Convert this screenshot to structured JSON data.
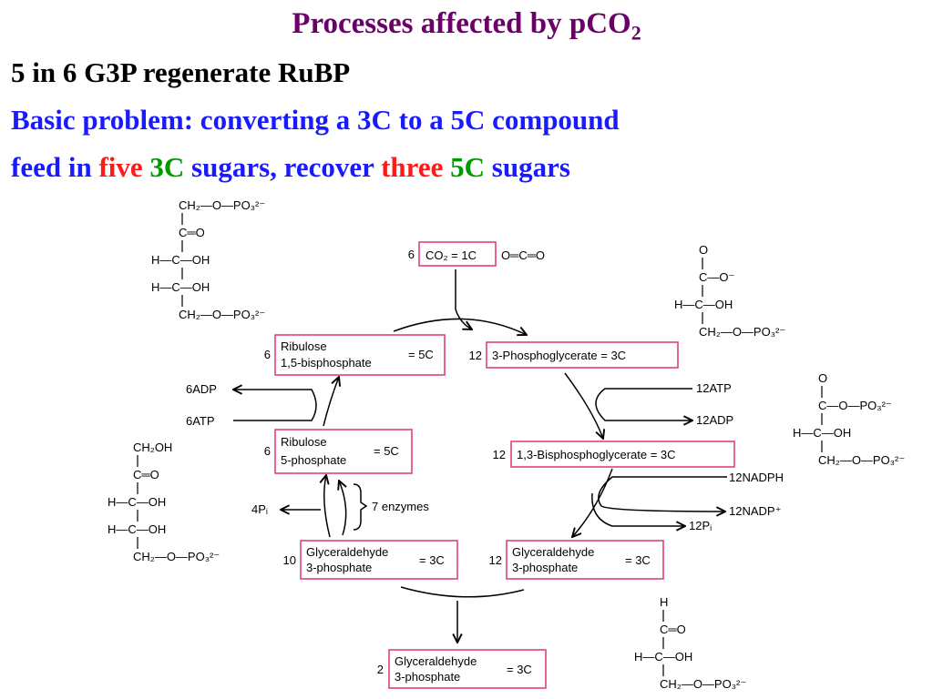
{
  "colors": {
    "title": "#6b006b",
    "blue": "#1a1aff",
    "red": "#ff1a1a",
    "green": "#009900",
    "box_border": "#e04080"
  },
  "header": {
    "title_main": "Processes affected by pCO",
    "title_sub": "2",
    "line1": "5 in 6 G3P regenerate RuBP",
    "line2": "Basic problem: converting a 3C to a 5C compound",
    "line3": {
      "p1": "feed in ",
      "p2": "five",
      "p3": " 3C",
      "p4": " sugars, recover ",
      "p5": "three",
      "p6": " 5C",
      "p7": " sugars"
    }
  },
  "cycle": {
    "co2": {
      "count": "6",
      "label": "CO₂ = 1C",
      "formula": "O═C═O"
    },
    "rubp": {
      "count": "6",
      "line1": "Ribulose",
      "line2": "1,5-bisphosphate",
      "eq": "= 5C"
    },
    "pga": {
      "count": "12",
      "label": "3-Phosphoglycerate = 3C"
    },
    "bpg": {
      "count": "12",
      "label": "1,3-Bisphosphoglycerate = 3C"
    },
    "r5p": {
      "count": "6",
      "line1": "Ribulose",
      "line2": "5-phosphate",
      "eq": "= 5C"
    },
    "g3p10": {
      "count": "10",
      "line1": "Glyceraldehyde",
      "line2": "3-phosphate",
      "eq": "= 3C"
    },
    "g3p12": {
      "count": "12",
      "line1": "Glyceraldehyde",
      "line2": "3-phosphate",
      "eq": "= 3C"
    },
    "g3p2": {
      "count": "2",
      "line1": "Glyceraldehyde",
      "line2": "3-phosphate",
      "eq": "= 3C"
    },
    "adp6": "6ADP",
    "atp6": "6ATP",
    "atp12": "12ATP",
    "adp12": "12ADP",
    "nadph12": "12NADPH",
    "nadp12": "12NADP⁺",
    "pi12": "12Pᵢ",
    "pi4": "4Pᵢ",
    "enzymes": "7 enzymes"
  },
  "structures": {
    "rubp": [
      "CH₂—O—PO₃²⁻",
      "C═O",
      "H—C—OH",
      "H—C—OH",
      "CH₂—O—PO₃²⁻"
    ],
    "pga": [
      "O",
      "C—O⁻",
      "H—C—OH",
      "CH₂—O—PO₃²⁻"
    ],
    "bpg": [
      "O",
      "C—O—PO₃²⁻",
      "H—C—OH",
      "CH₂—O—PO₃²⁻"
    ],
    "r5p": [
      "CH₂OH",
      "C═O",
      "H—C—OH",
      "H—C—OH",
      "CH₂—O—PO₃²⁻"
    ],
    "g3p": [
      "H",
      "C═O",
      "H—C—OH",
      "CH₂—O—PO₃²⁻"
    ]
  }
}
